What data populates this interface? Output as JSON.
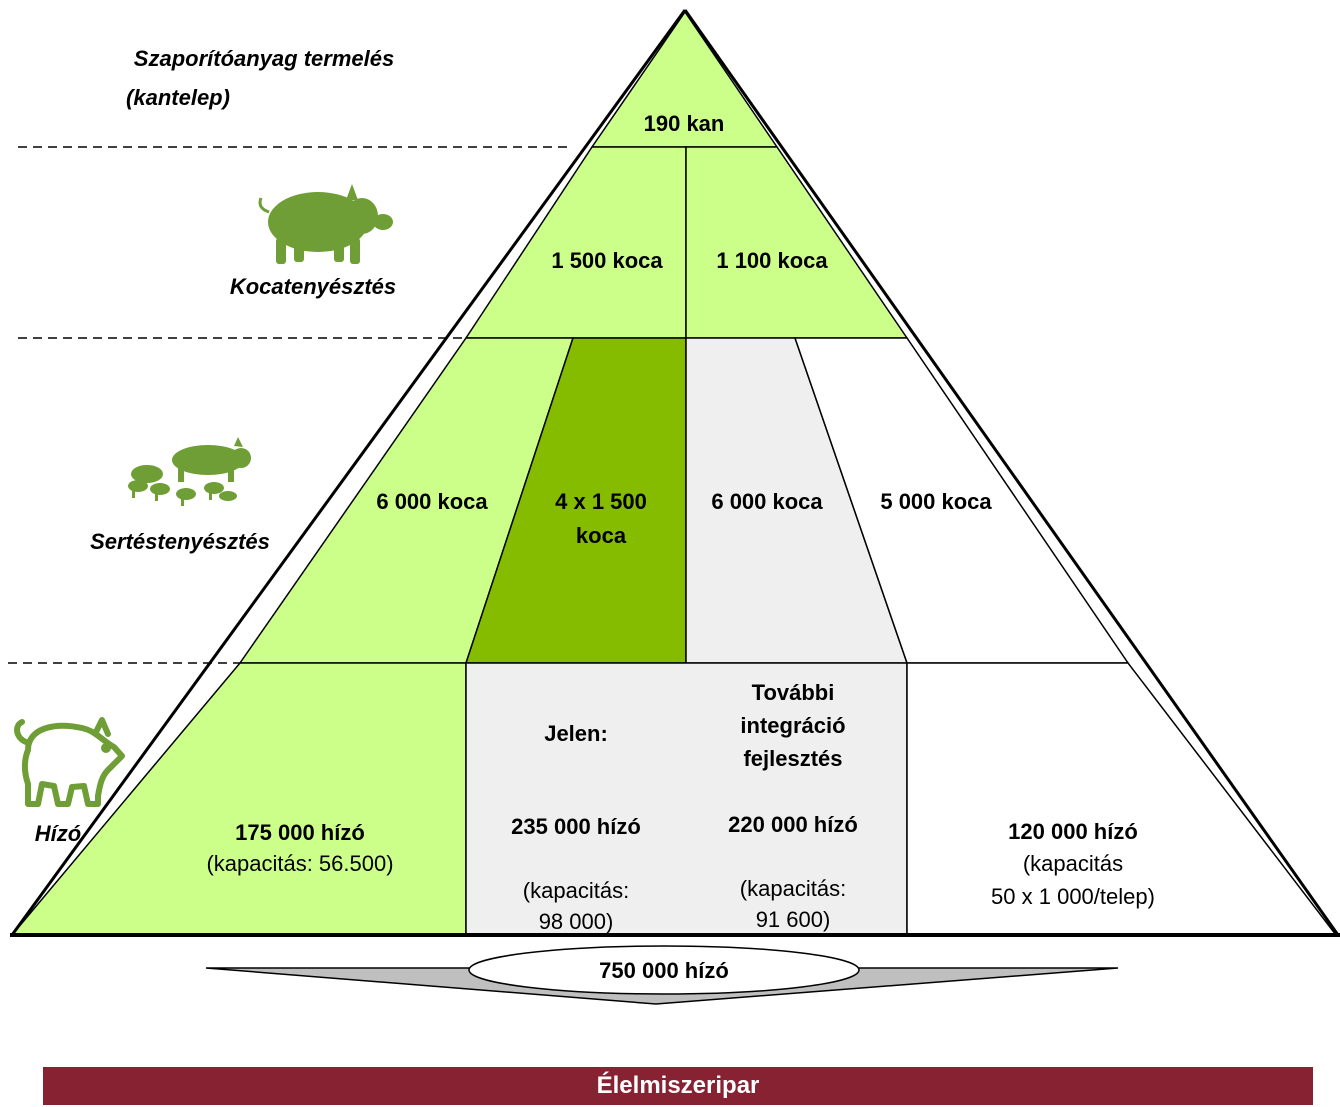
{
  "levels": {
    "boar": "Szaporítóanyag termelés",
    "boar_sub": "(kantelep)",
    "sow_breeding": "Kocatenyésztés",
    "pig_breeding": "Sertéstenyésztés",
    "fattening": "Hízó"
  },
  "cells": {
    "boar": "190 kan",
    "sow_left": "1 500 koca",
    "sow_right": "1 100 koca",
    "breed_1": "6 000 koca",
    "breed_2_line1": "4 x 1 500",
    "breed_2_line2": "koca",
    "breed_3": "6 000 koca",
    "breed_4": "5 000 koca"
  },
  "fattening": {
    "col1_value": "175 000 hízó",
    "col1_capacity": "(kapacitás: 56.500)",
    "col2_heading": "Jelen:",
    "col2_value": "235 000 hízó",
    "col2_capacity_line1": "(kapacitás:",
    "col2_capacity_line2": "98 000)",
    "col3_heading_line1": "További",
    "col3_heading_line2": "integráció",
    "col3_heading_line3": "fejlesztés",
    "col3_value": "220 000 hízó",
    "col3_capacity_line1": "(kapacitás:",
    "col3_capacity_line2": "91 600)",
    "col4_value": "120 000 hízó",
    "col4_capacity_line1": "(kapacitás",
    "col4_capacity_line2": "50 x 1 000/telep)"
  },
  "total": "750 000 hízó",
  "footer": "Élelmiszeripar",
  "icons": [
    "boar-icon",
    "sow-with-piglets-icon",
    "pig-outline-icon"
  ],
  "colors": {
    "light_green": "#CCFF8A",
    "dark_green": "#85BC00",
    "light_gray": "#EFEFEF",
    "icon_green": "#6E9E35",
    "footer": "#862231"
  }
}
